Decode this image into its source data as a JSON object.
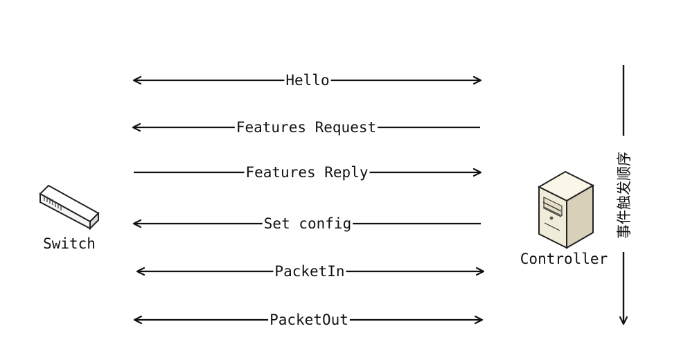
{
  "nodes": {
    "switch": {
      "label": "Switch",
      "icon": "network-switch-icon"
    },
    "controller": {
      "label": "Controller",
      "icon": "server-tower-icon"
    }
  },
  "timeline": {
    "label": "事件触发顺序"
  },
  "messages": [
    {
      "label": "Hello",
      "direction": "both"
    },
    {
      "label": "Features Request",
      "direction": "to-switch"
    },
    {
      "label": "Features Reply",
      "direction": "to-controller"
    },
    {
      "label": "Set config",
      "direction": "to-switch"
    },
    {
      "label": "PacketIn",
      "direction": "both"
    },
    {
      "label": "PacketOut",
      "direction": "both"
    }
  ],
  "colors": {
    "line": "#111111",
    "server_body": "#f1ecd9",
    "server_side": "#d8d0b8",
    "switch_body": "#f4f4f4"
  }
}
